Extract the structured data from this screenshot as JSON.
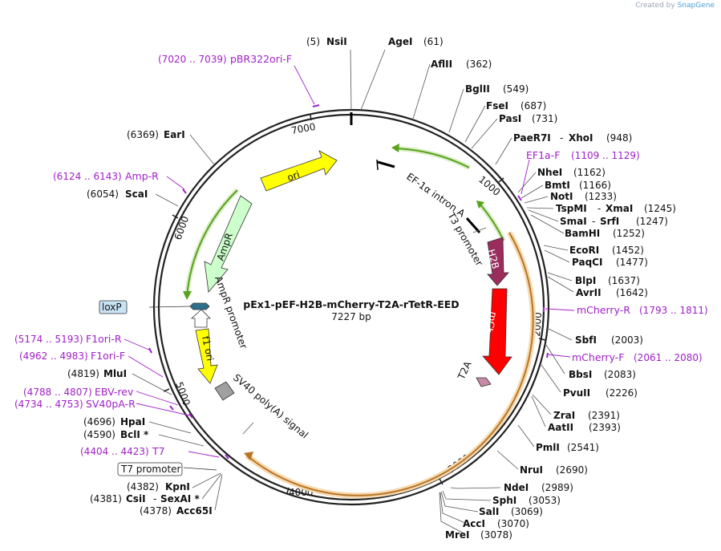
{
  "credit": {
    "prefix": "Created by",
    "brand": "SnapGene"
  },
  "plasmid": {
    "name": "pEx1-pEF-H2B-mCherry-T2A-rTetR-EED",
    "size": "7227 bp"
  },
  "ticks": [
    "1000",
    "2000",
    "3000",
    "4000",
    "5000",
    "6000",
    "7000"
  ],
  "enzymes_right": [
    {
      "name": "NsiI",
      "pos": "(5)"
    },
    {
      "name": "AgeI",
      "pos": "(61)"
    },
    {
      "name": "AflII",
      "pos": "(362)"
    },
    {
      "name": "BglII",
      "pos": "(549)"
    },
    {
      "name": "FseI",
      "pos": "(687)"
    },
    {
      "name": "PasI",
      "pos": "(731)"
    },
    {
      "name": "PaeR7I",
      "name2": "XhoI",
      "pos": "(948)"
    },
    {
      "name": "NheI",
      "pos": "(1162)"
    },
    {
      "name": "BmtI",
      "pos": "(1166)"
    },
    {
      "name": "NotI",
      "pos": "(1233)"
    },
    {
      "name": "TspMI",
      "name2": "XmaI",
      "pos": "(1245)"
    },
    {
      "name": "SmaI",
      "name2": "SrfI",
      "pos": "(1247)"
    },
    {
      "name": "BamHI",
      "pos": "(1252)"
    },
    {
      "name": "EcoRI",
      "pos": "(1452)"
    },
    {
      "name": "PaqCI",
      "pos": "(1477)"
    },
    {
      "name": "BlpI",
      "pos": "(1637)"
    },
    {
      "name": "AvrII",
      "pos": "(1642)"
    },
    {
      "name": "SbfI",
      "pos": "(2003)"
    },
    {
      "name": "BbsI",
      "pos": "(2083)"
    },
    {
      "name": "PvuII",
      "pos": "(2226)"
    },
    {
      "name": "ZraI",
      "pos": "(2391)"
    },
    {
      "name": "AatII",
      "pos": "(2393)"
    },
    {
      "name": "PmlI",
      "pos": "(2541)"
    },
    {
      "name": "NruI",
      "pos": "(2690)"
    },
    {
      "name": "NdeI",
      "pos": "(2989)"
    },
    {
      "name": "SphI",
      "pos": "(3053)"
    },
    {
      "name": "SalI",
      "pos": "(3069)"
    },
    {
      "name": "AccI",
      "pos": "(3070)"
    },
    {
      "name": "MreI",
      "pos": "(3078)"
    }
  ],
  "enzymes_left": [
    {
      "name": "EarI",
      "pos": "(6369)"
    },
    {
      "name": "ScaI",
      "pos": "(6054)"
    },
    {
      "name": "MluI",
      "pos": "(4819)"
    },
    {
      "name": "HpaI",
      "pos": "(4696)"
    },
    {
      "name": "BclI *",
      "pos": "(4590)"
    },
    {
      "name": "KpnI",
      "pos": "(4382)"
    },
    {
      "name": "CsiI",
      "name2": "SexAI *",
      "pos": "(4381)"
    },
    {
      "name": "Acc65I",
      "pos": "(4378)"
    }
  ],
  "primers": [
    {
      "name": "pBR322ori-F",
      "range": "(7020 .. 7039)"
    },
    {
      "name": "EF1a-F",
      "range": "(1109 .. 1129)"
    },
    {
      "name": "Amp-R",
      "range": "(6124 .. 6143)"
    },
    {
      "name": "mCherry-R",
      "range": "(1793 .. 1811)"
    },
    {
      "name": "mCherry-F",
      "range": "(2061 .. 2080)"
    },
    {
      "name": "F1ori-R",
      "range": "(5174 .. 5193)"
    },
    {
      "name": "F1ori-F",
      "range": "(4962 .. 4983)"
    },
    {
      "name": "EBV-rev",
      "range": "(4788 .. 4807)"
    },
    {
      "name": "SV40pA-R",
      "range": "(4734 .. 4753)"
    },
    {
      "name": "T7",
      "range": "(4404 .. 4423)"
    }
  ],
  "features": {
    "ori": "ori",
    "ef1a": "EF-1α intron A",
    "t3": "T3 promoter",
    "h2b": "H2B",
    "mcherry": "mCherry",
    "t2a": "T2A",
    "ampr": "AmpR",
    "ampr_promoter": "AmpR promoter",
    "f1ori": "f1 ori",
    "sv40": "SV40 poly(A) signal",
    "loxp": "loxP",
    "t7_promoter": "T7 promoter"
  },
  "colors": {
    "ori": "#ffff00",
    "h2b": "#9b2c5e",
    "mcherry": "#ff0000",
    "t2a": "#c48aa6",
    "ampr": "#ccffcc",
    "ampr_promoter": "#ffffff",
    "f1ori": "#ffff00",
    "sv40": "#a0a0a0",
    "loxp_box": "#c8e4f4",
    "primer": "#a020c8",
    "orf_green": "#58a31e",
    "orf_orange": "#e8a24a"
  }
}
